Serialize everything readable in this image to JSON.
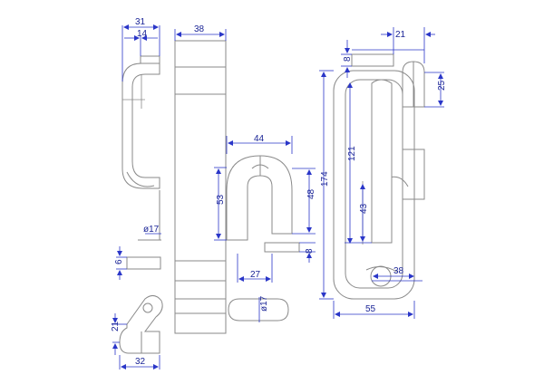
{
  "dimensions": {
    "clip_width": "31",
    "clip_tab_width": "14",
    "clip_diameter": "ø17",
    "foot_thickness": "6",
    "hinge_offset": "21",
    "hinge_width": "32",
    "bar_width": "38",
    "bracket_width": "44",
    "bracket_height": "53",
    "bracket_inner_height": "48",
    "bracket_base_width": "27",
    "bracket_tab_height": "8",
    "roller_diameter": "ø17",
    "frame_tab_height": "8",
    "frame_tab_width": "21",
    "frame_knob_height": "25",
    "frame_slot_length": "121",
    "frame_height": "174",
    "frame_lower_slot": "43",
    "frame_base_width": "38",
    "frame_width": "55"
  },
  "colors": {
    "outline": "#8a8a8a",
    "dimension": "#2a36c8",
    "dimension_text": "#1a2496",
    "background": "#ffffff"
  }
}
